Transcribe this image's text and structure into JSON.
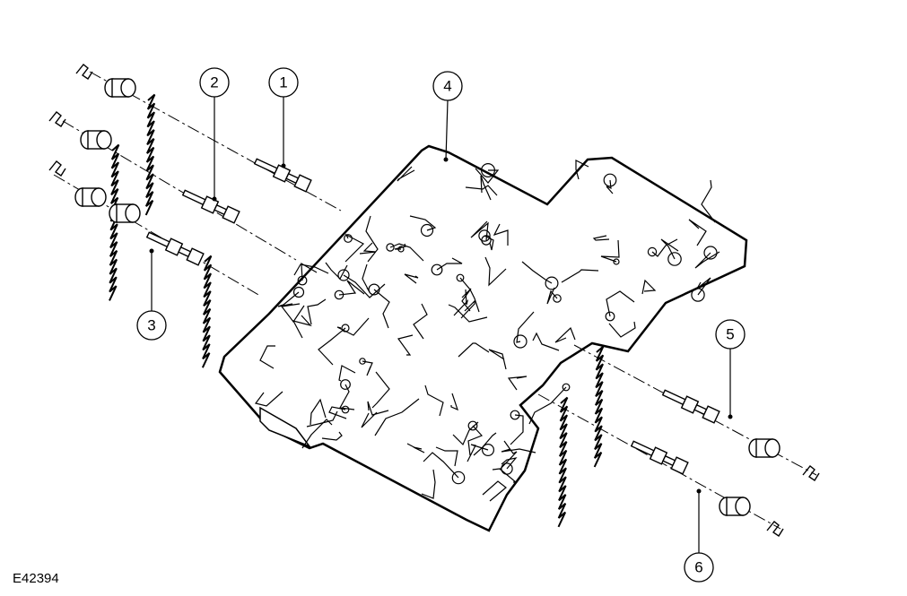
{
  "figure_ref": "E42394",
  "callouts": [
    {
      "label": "1"
    },
    {
      "label": "2"
    },
    {
      "label": "3"
    },
    {
      "label": "4"
    },
    {
      "label": "5"
    },
    {
      "label": "6"
    }
  ]
}
